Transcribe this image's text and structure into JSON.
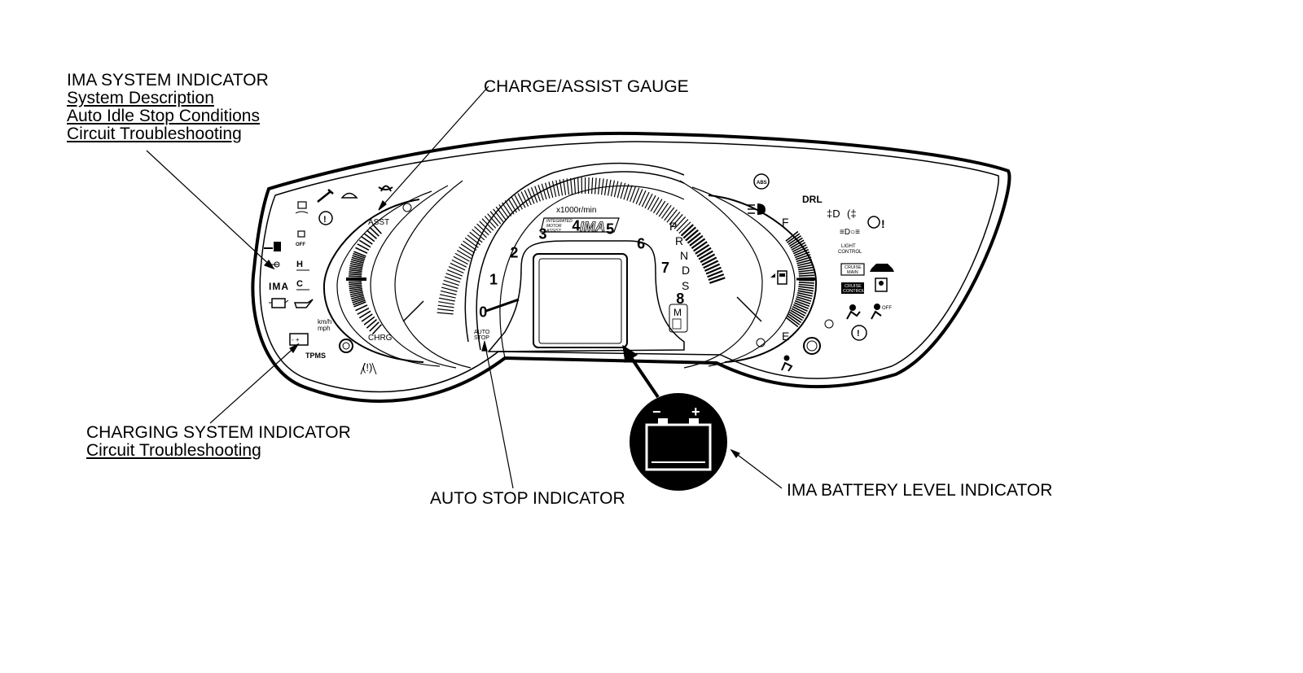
{
  "callouts": {
    "ima_system": {
      "heading": "IMA SYSTEM INDICATOR",
      "links": [
        "System Description",
        "Auto Idle Stop Conditions",
        "Circuit Troubleshooting"
      ]
    },
    "charge_assist": {
      "heading": "CHARGE/ASSIST GAUGE"
    },
    "charging_system": {
      "heading": "CHARGING SYSTEM INDICATOR",
      "links": [
        "Circuit Troubleshooting"
      ]
    },
    "auto_stop": {
      "heading": "AUTO STOP INDICATOR"
    },
    "ima_battery": {
      "heading": "IMA BATTERY LEVEL INDICATOR"
    }
  },
  "cluster": {
    "tach_numbers": [
      "0",
      "1",
      "2",
      "3",
      "4",
      "5",
      "6",
      "7",
      "8"
    ],
    "tach_unit": "x1000r/min",
    "ima_logo_lines": [
      "INTEGRATED",
      "MOTOR",
      "ASSIST"
    ],
    "ima_logo": "IMA",
    "gear_letters": [
      "P",
      "R",
      "N",
      "D",
      "S"
    ],
    "gear_manual": "M",
    "assist_label": "ASST",
    "charge_label": "CHRG",
    "fuel_full": "F",
    "fuel_empty": "E",
    "auto_stop_lines": [
      "AUTO",
      "STOP"
    ],
    "ima_indicator": "IMA",
    "speed_units": [
      "km/h",
      "mph"
    ],
    "tpms_label": "TPMS",
    "drl_label": "DRL",
    "light_control_lines": [
      "LIGHT",
      "CONTROL"
    ],
    "cruise_main_lines": [
      "CRUISE",
      "MAIN"
    ],
    "cruise_control_lines": [
      "CRUISE",
      "CONTROL"
    ],
    "off_label": "OFF",
    "battery_minus": "−",
    "battery_plus": "+"
  }
}
